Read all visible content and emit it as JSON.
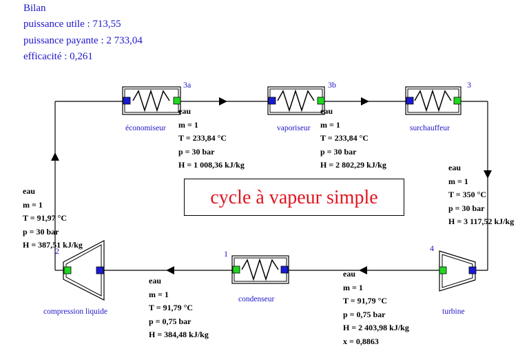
{
  "bilan": {
    "title": "Bilan",
    "puissance_utile": "puissance  utile : 713,55",
    "puissance_payante": "puissance payante : 2 733,04",
    "efficacite": "efficacité : 0,261"
  },
  "diagram_title": "cycle à vapeur simple",
  "components": {
    "economiseur": "économiseur",
    "vaporiseur": "vaporiseur",
    "surchauffeur": "surchauffeur",
    "turbine": "turbine",
    "condenseur": "condenseur",
    "compression": "compression liquide"
  },
  "points": {
    "p3a": "3a",
    "p3b": "3b",
    "p3": "3",
    "p4": "4",
    "p1": "1",
    "p2": "2"
  },
  "states": {
    "s3a": [
      "eau",
      "m = 1",
      "T = 233,84 °C",
      "p = 30 bar",
      "H = 1 008,36 kJ/kg"
    ],
    "s3b": [
      "eau",
      "m = 1",
      "T = 233,84 °C",
      "p = 30 bar",
      "H = 2 802,29 kJ/kg"
    ],
    "s3": [
      "eau",
      "m = 1",
      "T = 350 °C",
      "p = 30 bar",
      "H = 3 117,52 kJ/kg"
    ],
    "s2": [
      "eau",
      "m = 1",
      "T = 91,97 °C",
      "p = 30 bar",
      "H = 387,51 kJ/kg"
    ],
    "s1": [
      "eau",
      "m = 1",
      "T = 91,79 °C",
      "p = 0,75 bar",
      "H = 384,48 kJ/kg"
    ],
    "s4": [
      "eau",
      "m = 1",
      "T = 91,79 °C",
      "p = 0,75 bar",
      "H = 2 403,98 kJ/kg",
      "x = 0,8863"
    ]
  },
  "colors": {
    "text_blue": "#1d14c8",
    "title_red": "#e0141e",
    "port_in": "#1a1ad6",
    "port_out": "#22d622"
  }
}
